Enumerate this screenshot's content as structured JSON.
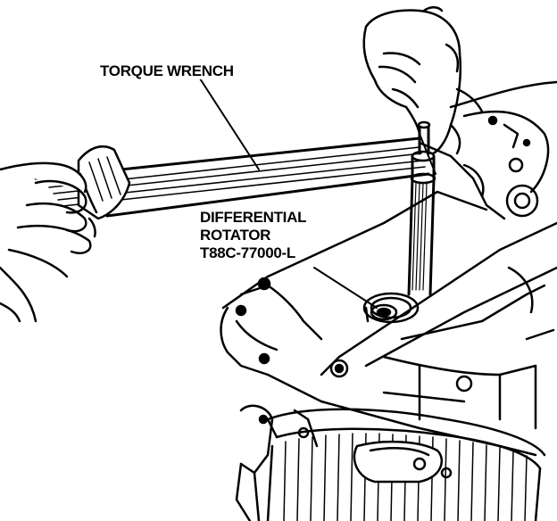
{
  "labels": {
    "torque_wrench": "TORQUE WRENCH",
    "rotator_line1": "DIFFERENTIAL",
    "rotator_line2": "ROTATOR",
    "rotator_line3": "T88C-77000-L"
  },
  "colors": {
    "ink": "#000000",
    "paper": "#ffffff"
  }
}
